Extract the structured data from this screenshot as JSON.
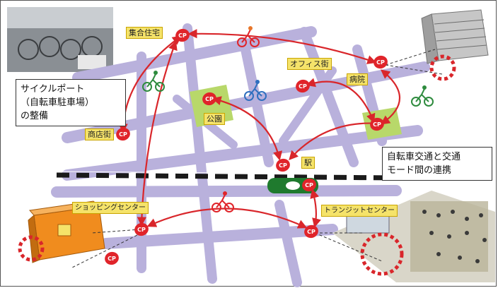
{
  "title_box": {
    "lines": [
      "サイクルポート",
      "（自転車駐車場）",
      "の整備"
    ]
  },
  "linkage_box": {
    "lines": [
      "自転車交通と交通",
      "モード間の連携"
    ]
  },
  "places": {
    "housing": "集合住宅",
    "office": "オフィス街",
    "hospital": "病院",
    "park": "公園",
    "shops": "商店街",
    "station": "駅",
    "shopping_center": "ショッピングセンター",
    "transit_center": "トランジットセンター"
  },
  "cp_label": "CP",
  "colors": {
    "road": "#b9b1dc",
    "arrow": "#d9262b",
    "cp_marker": "#e0242a",
    "park_area": "#b8d86a",
    "rail": "#1a1a1a",
    "train": "#1f7a2e",
    "building_orange": "#f08c1e"
  }
}
